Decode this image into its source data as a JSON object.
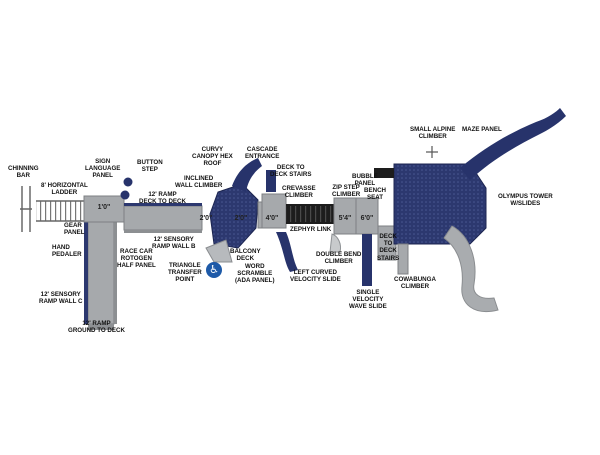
{
  "labels": {
    "chinning_bar": "CHINNING\nBAR",
    "horizontal_ladder": "8' HORIZONTAL\nLADDER",
    "sign_language_panel": "SIGN\nLANGUAGE\nPANEL",
    "button_step": "BUTTON\nSTEP",
    "ramp_deck_to_deck": "12' RAMP\nDECK TO DECK",
    "curvy_canopy": "CURVY\nCANOPY HEX\nROOF",
    "cascade_entrance": "CASCADE\nENTRANCE",
    "deck_to_deck_stairs_top": "DECK TO\nDECK STAIRS",
    "inclined_wall_climber": "INCLINED\nWALL CLIMBER",
    "crevasse_climber": "CREVASSE\nCLIMBER",
    "gear_panel": "GEAR\nPANEL",
    "hand_pedaler": "HAND\nPEDALER",
    "race_car": "RACE CAR\nROTOGEN\nHALF PANEL",
    "sensory_ramp_b": "12' SENSORY\nRAMP WALL B",
    "triangle_transfer": "TRIANGLE\nTRANSFER\nPOINT",
    "balcony_deck": "BALCONY\nDECK",
    "word_scramble": "WORD\nSCRAMBLE\n(ADA PANEL)",
    "left_curved_slide": "LEFT CURVED\nVELOCITY SLIDE",
    "zephyr_link": "ZEPHYR LINK",
    "zip_step_climber": "ZIP STEP\nCLIMBER",
    "bubble_panel": "BUBBLE\nPANEL",
    "bench_seat": "BENCH\nSEAT",
    "small_alpine_climber": "SMALL ALPINE\nCLIMBER",
    "maze_panel": "MAZE PANEL",
    "olympus_tower": "OLYMPUS TOWER\nW/SLIDES",
    "double_bend_climber": "DOUBLE BEND\nCLIMBER",
    "deck_to_deck_stairs_right": "DECK\nTO\nDECK\nSTAIRS",
    "single_velocity_slide": "SINGLE\nVELOCITY\nWAVE SLIDE",
    "cowabunga_climber": "COWABUNGA\nCLIMBER",
    "sensory_ramp_c": "12' SENSORY\nRAMP WALL C",
    "ramp_ground_to_deck": "12' RAMP\nGROUND TO DECK"
  },
  "heights": {
    "h1": "1'0\"",
    "h2a": "2'0\"",
    "h2b": "2'0\"",
    "h4": "4'0\"",
    "h5": "5'4\"",
    "h6": "6'0\""
  },
  "icons": {
    "accessibility": "wheelchair-accessibility-icon"
  },
  "colors": {
    "navy": "#27336b",
    "gray": "#a5a8ab",
    "dark": "#1d1d1d",
    "accent": "#1e5aa8"
  }
}
